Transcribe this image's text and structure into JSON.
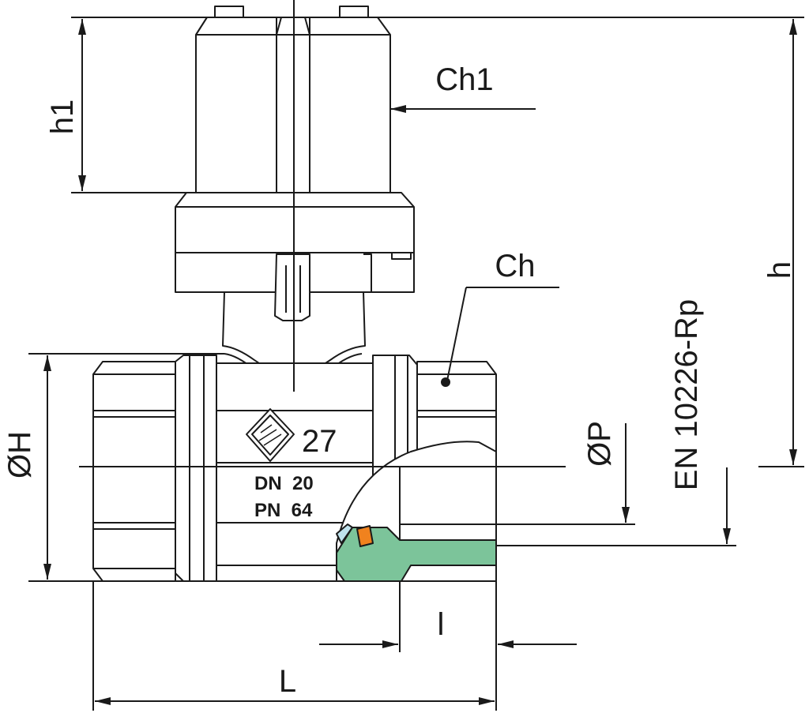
{
  "labels": {
    "h1": "h1",
    "ch1": "Ch1",
    "ch": "Ch",
    "h": "h",
    "standard": "EN 10226-Rp",
    "phi_h": "ØH",
    "phi_p": "ØP",
    "l_small": "l",
    "l_big": "L"
  },
  "body_marking": {
    "number": "27",
    "dn": "DN  20",
    "pn": "PN  64"
  },
  "colors": {
    "line": "#1a1a1a",
    "seal_green": "#7cc49a",
    "seat_orange": "#f0821e",
    "seat_blue": "#bfe3ee"
  }
}
